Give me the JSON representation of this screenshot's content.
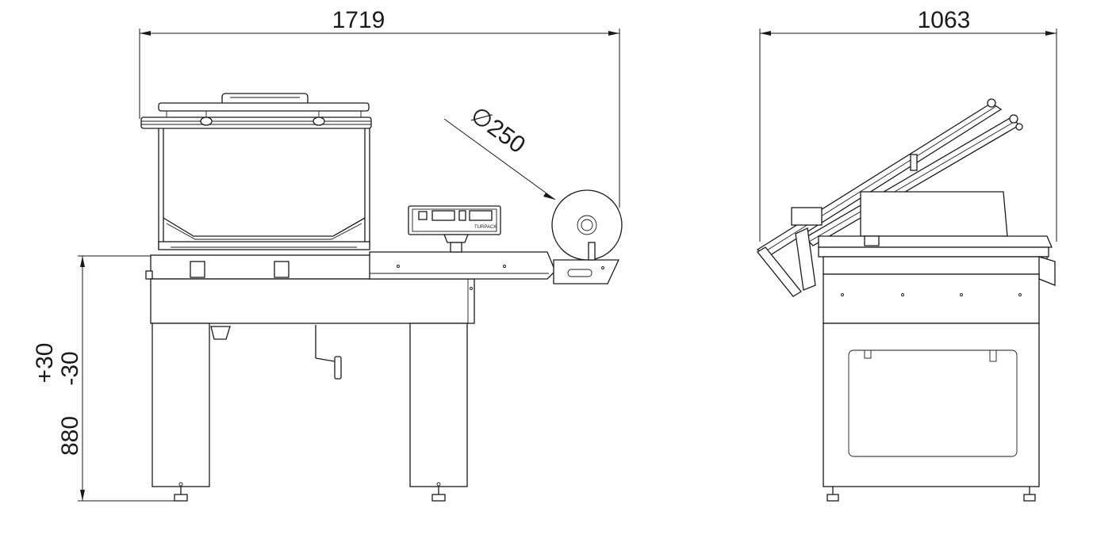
{
  "dimensions": {
    "front_width": "1719",
    "side_width": "1063",
    "roll_diameter": "∅250",
    "height_main": "880",
    "height_tolerance_minus": "-30",
    "height_tolerance_plus": "+30"
  },
  "machine": {
    "brand_plate": "TURPACK"
  }
}
